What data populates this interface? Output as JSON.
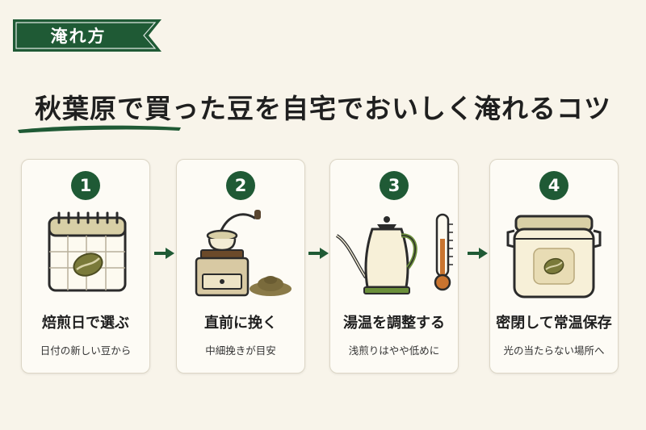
{
  "badge": {
    "label": "淹れ方"
  },
  "headline": {
    "accent": "秋葉原",
    "rest": "で買った豆を自宅でおいしく淹れるコツ"
  },
  "colors": {
    "brand_green": "#1f5a35",
    "background": "#f8f4ea",
    "card_bg": "#fdfbf5",
    "copper": "#c9742f"
  },
  "steps": [
    {
      "number": "1",
      "title": "焙煎日で選ぶ",
      "subtitle": "日付の新しい豆から",
      "icon": "calendar-coffee-bean-icon"
    },
    {
      "number": "2",
      "title": "直前に挽く",
      "subtitle": "中細挽きが目安",
      "icon": "coffee-grinder-icon"
    },
    {
      "number": "3",
      "title": "湯温を調整する",
      "subtitle": "浅煎りはやや低めに",
      "icon": "kettle-thermometer-icon"
    },
    {
      "number": "4",
      "title": "密閉して常温保存",
      "subtitle": "光の当たらない場所へ",
      "icon": "storage-canister-icon"
    }
  ]
}
